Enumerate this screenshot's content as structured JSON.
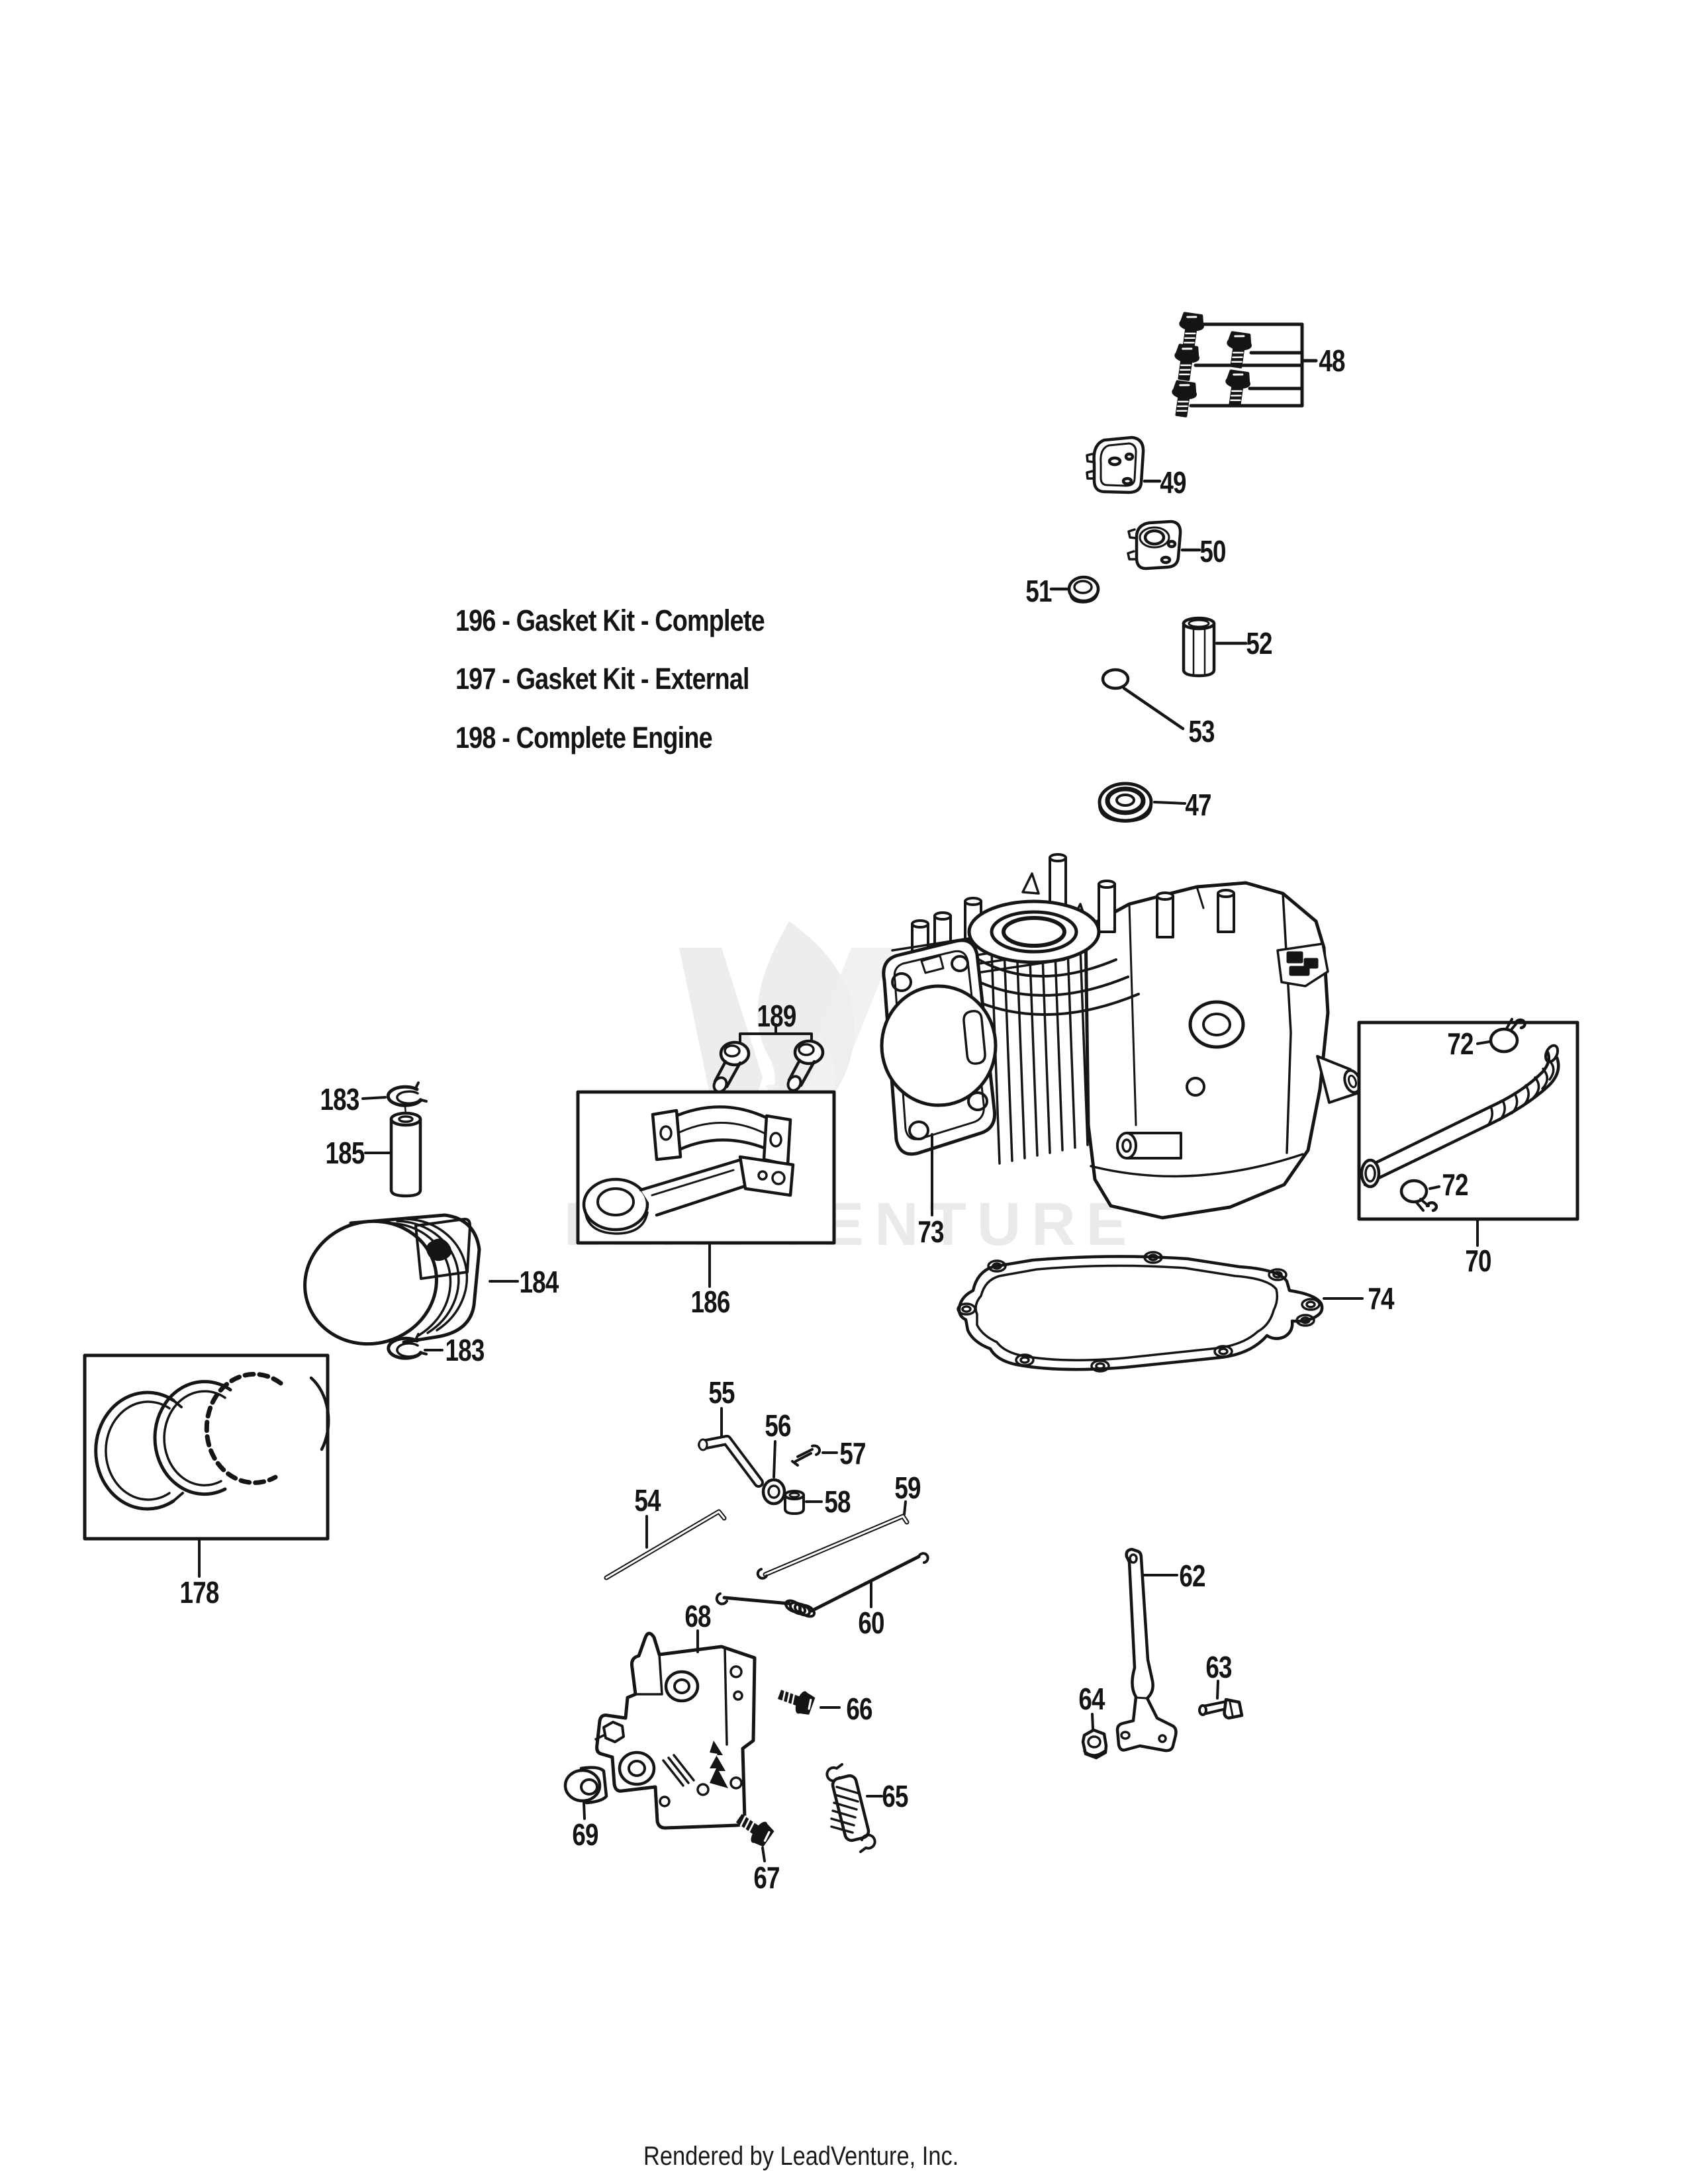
{
  "watermark": {
    "text": "LEADVENTURE",
    "logo": "leadventure-flame-icon",
    "color": "#eaeaea"
  },
  "notes": {
    "line1": "196 - Gasket Kit - Complete",
    "line2": "197 - Gasket Kit - External",
    "line3": "198 - Complete Engine"
  },
  "footer": {
    "text": "Rendered by LeadVenture, Inc."
  },
  "callouts": {
    "47": "47",
    "48": "48",
    "49": "49",
    "50": "50",
    "51": "51",
    "52": "52",
    "53": "53",
    "54": "54",
    "55": "55",
    "56": "56",
    "57": "57",
    "58": "58",
    "59": "59",
    "60": "60",
    "62": "62",
    "63": "63",
    "64": "64",
    "65": "65",
    "66": "66",
    "67": "67",
    "68": "68",
    "69": "69",
    "70": "70",
    "72": "72",
    "73": "73",
    "74": "74",
    "178": "178",
    "183": "183",
    "184": "184",
    "185": "185",
    "186": "186",
    "189": "189"
  }
}
